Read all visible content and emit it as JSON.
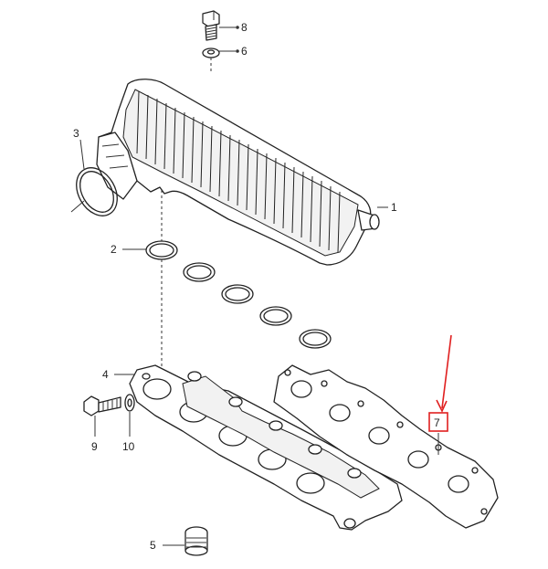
{
  "callouts": {
    "part_1": "1",
    "part_2": "2",
    "part_3": "3",
    "part_4": "4",
    "part_5": "5",
    "part_6": "6",
    "part_7": "7",
    "part_8": "8",
    "part_9": "9",
    "part_10": "10"
  },
  "highlight": {
    "color": "#e02020",
    "part": "7"
  }
}
